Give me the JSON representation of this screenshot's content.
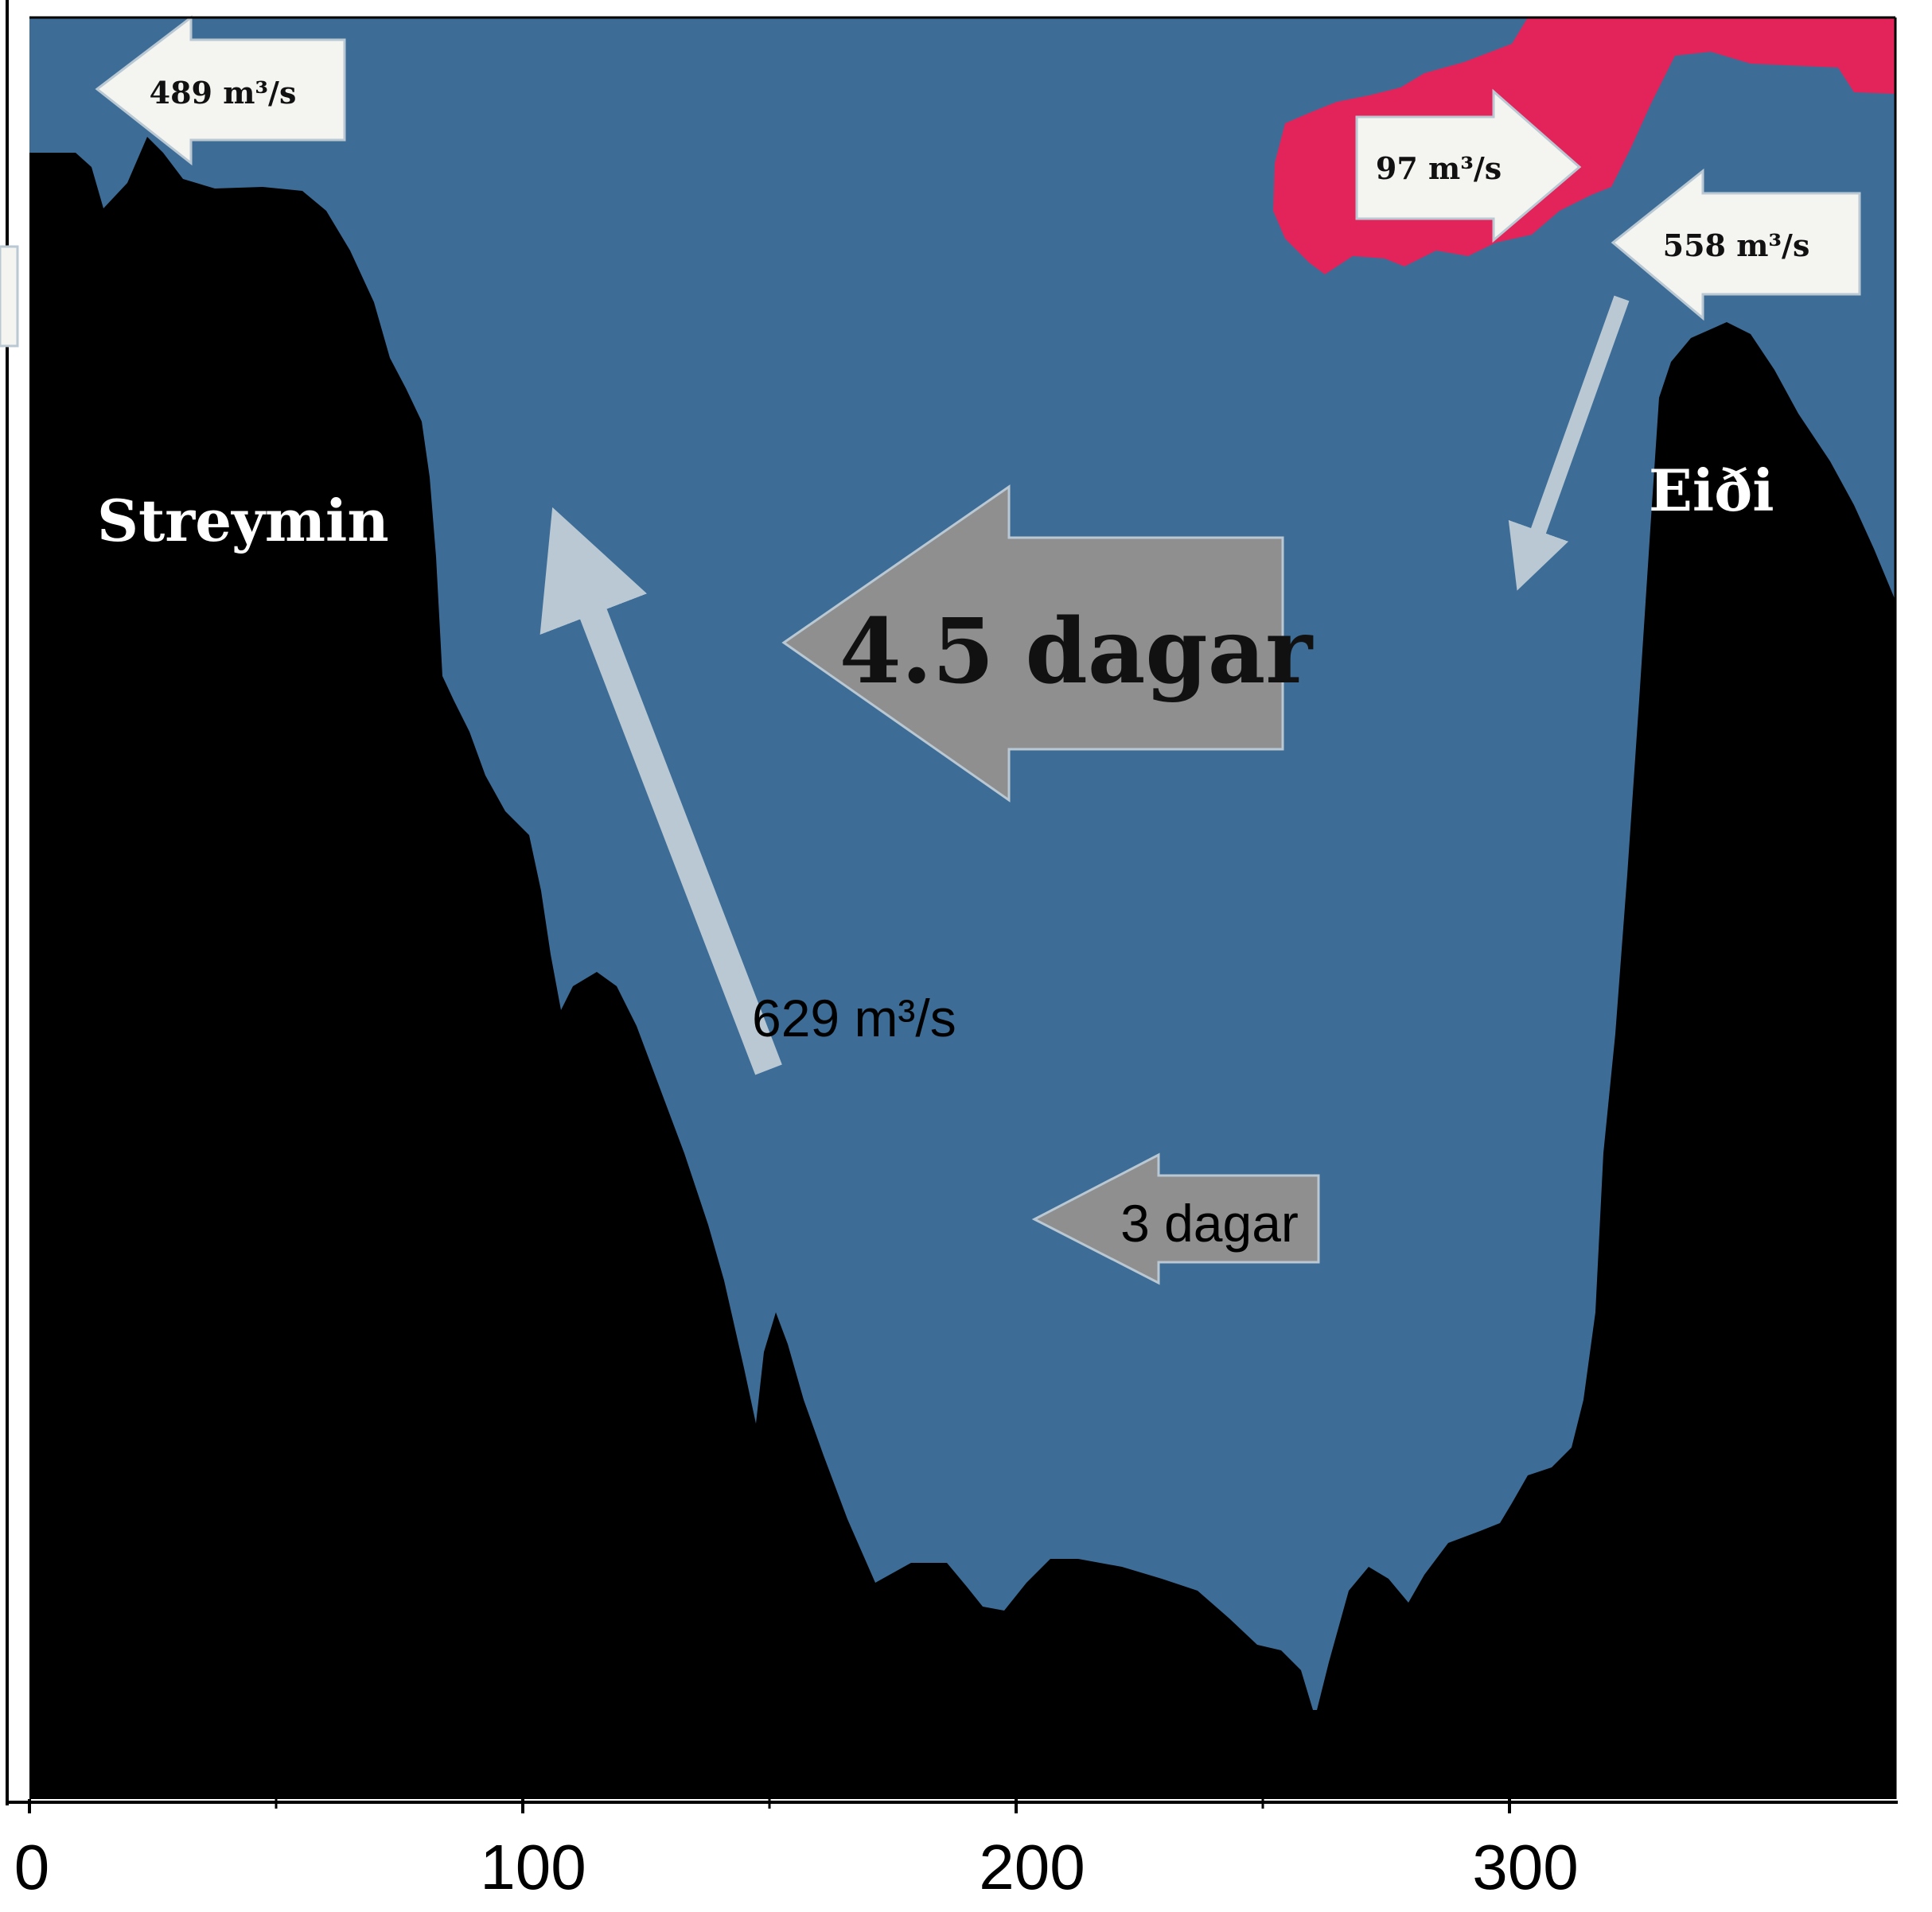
{
  "colors": {
    "water": "#3d6d96",
    "terrain": "#000000",
    "surface_water": "#e2245a",
    "arrow_light": "#f4f5f0",
    "arrow_gray": "#8f8f8f",
    "arrow_steel": "#b9c8d3",
    "label_white": "#ffffff"
  },
  "labels": {
    "left_place": "Streymin",
    "right_place": "Eiði"
  },
  "flows": {
    "outflow_left": "489 m³/s",
    "inflow_top": "97 m³/s",
    "inflow_right": "558 m³/s",
    "upwelling": "629 m³/s"
  },
  "times": {
    "main": "4.5 dagar",
    "lower": "3 dagar"
  },
  "axis": {
    "ticks": [
      "0",
      "100",
      "200",
      "300"
    ]
  }
}
